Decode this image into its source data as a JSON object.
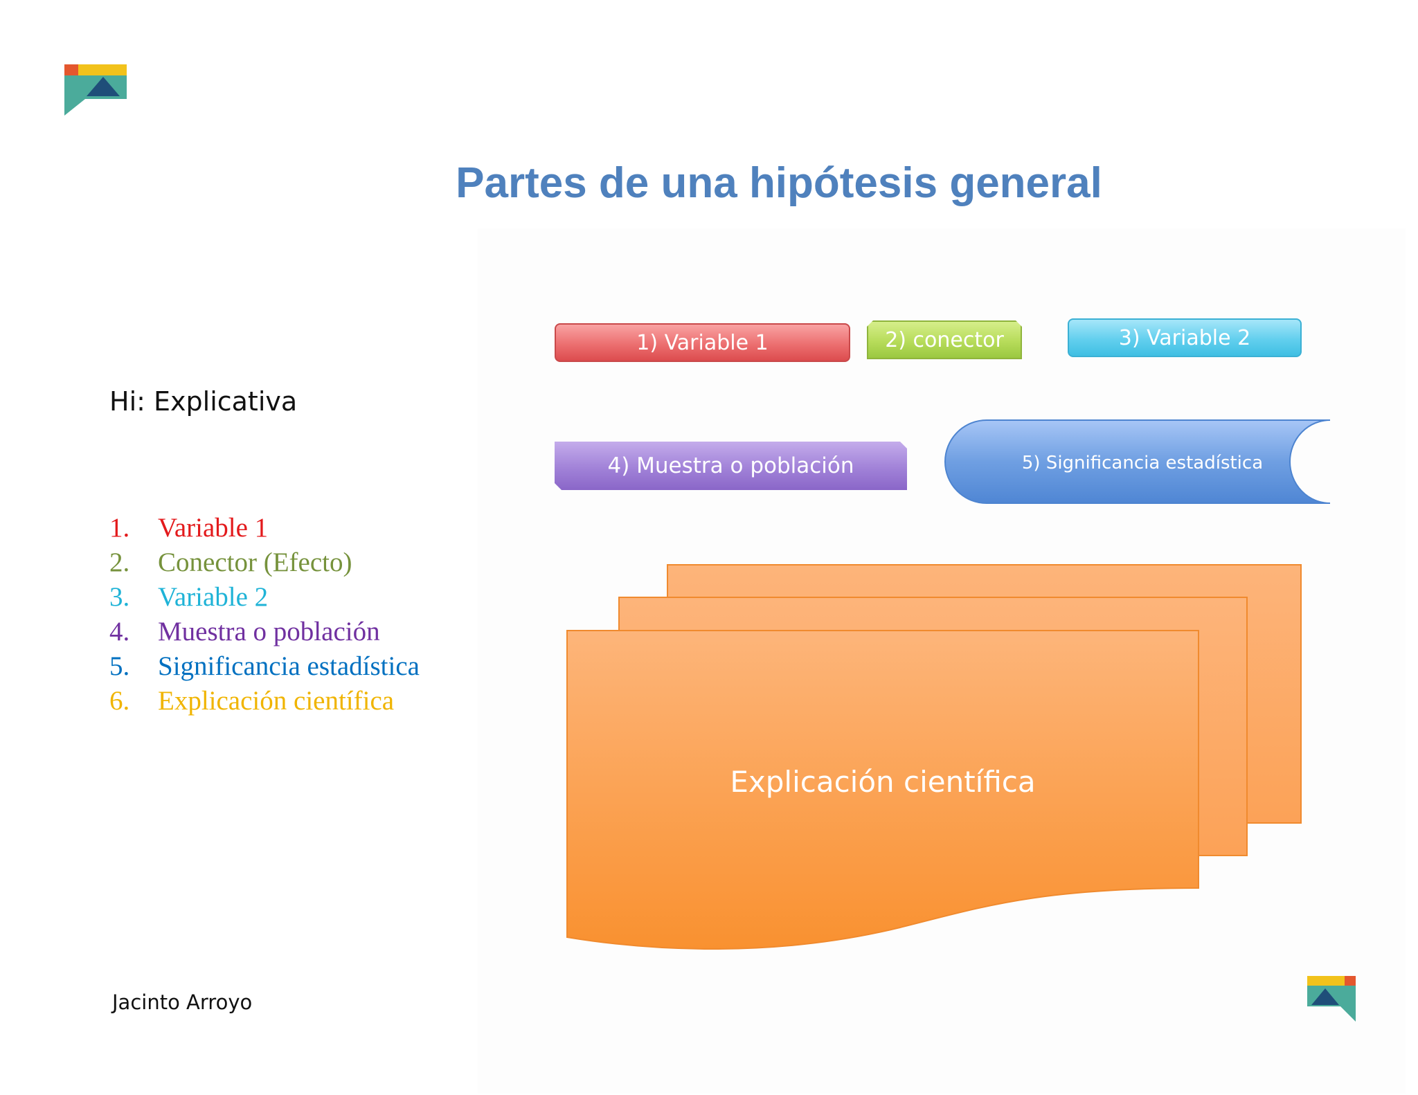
{
  "slide": {
    "title": "Partes de una hipótesis general",
    "subtitle": "Hi: Explicativa",
    "author": "Jacinto Arroyo"
  },
  "parts_list": [
    {
      "num": "1.",
      "label": "Variable 1",
      "color": "#e31a1c"
    },
    {
      "num": "2.",
      "label": "Conector (Efecto)",
      "color": "#76923c"
    },
    {
      "num": "3.",
      "label": "Variable 2",
      "color": "#1fb3d7"
    },
    {
      "num": "4.",
      "label": "Muestra o población",
      "color": "#7030a0"
    },
    {
      "num": "5.",
      "label": "Significancia estadística",
      "color": "#0070c0"
    },
    {
      "num": "6.",
      "label": "Explicación científica",
      "color": "#f0b400"
    }
  ],
  "diagram": {
    "variable1": "1) Variable 1",
    "conector": "2) conector",
    "variable2": "3) Variable 2",
    "muestra": "4) Muestra o población",
    "significancia": "5) Significancia estadística",
    "explicacion": "Explicación científica"
  },
  "colors": {
    "title": "#4f81bd",
    "variable1": "#ec6f70",
    "conector": "#b7dc5a",
    "variable2": "#62cfee",
    "muestra": "#a182d8",
    "significancia": "#5b8fd8",
    "explicacion": "#f99a3e"
  },
  "icons": {
    "logo_top": "flag-logo-icon",
    "logo_bottom": "flag-logo-icon"
  }
}
